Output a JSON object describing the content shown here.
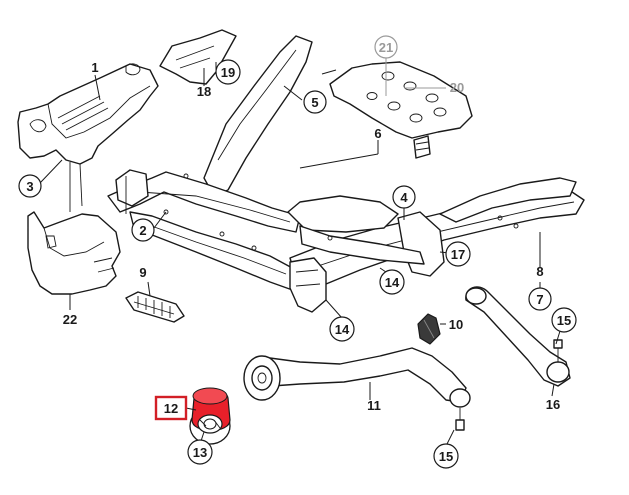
{
  "diagram": {
    "callouts_circled": [
      {
        "id": "c3",
        "label": "3"
      },
      {
        "id": "c2",
        "label": "2"
      },
      {
        "id": "c19",
        "label": "19"
      },
      {
        "id": "c5",
        "label": "5"
      },
      {
        "id": "c21",
        "label": "21"
      },
      {
        "id": "c4",
        "label": "4"
      },
      {
        "id": "c17",
        "label": "17"
      },
      {
        "id": "c14a",
        "label": "14"
      },
      {
        "id": "c14b",
        "label": "14"
      },
      {
        "id": "c7",
        "label": "7"
      },
      {
        "id": "c15a",
        "label": "15"
      },
      {
        "id": "c13",
        "label": "13"
      },
      {
        "id": "c15b",
        "label": "15"
      }
    ],
    "labels_plain": [
      {
        "id": "p1",
        "label": "1"
      },
      {
        "id": "p18",
        "label": "18"
      },
      {
        "id": "p20",
        "label": "20"
      },
      {
        "id": "p6",
        "label": "6"
      },
      {
        "id": "p9",
        "label": "9"
      },
      {
        "id": "p22",
        "label": "22"
      },
      {
        "id": "p8",
        "label": "8"
      },
      {
        "id": "p10",
        "label": "10"
      },
      {
        "id": "p11",
        "label": "11"
      },
      {
        "id": "p16",
        "label": "16"
      }
    ],
    "highlight_label": "12",
    "colors": {
      "line": "#1a1a1a",
      "inactive": "#9a9a9a",
      "highlight": "#e8202a",
      "highlight_box": "#d21f26"
    }
  }
}
